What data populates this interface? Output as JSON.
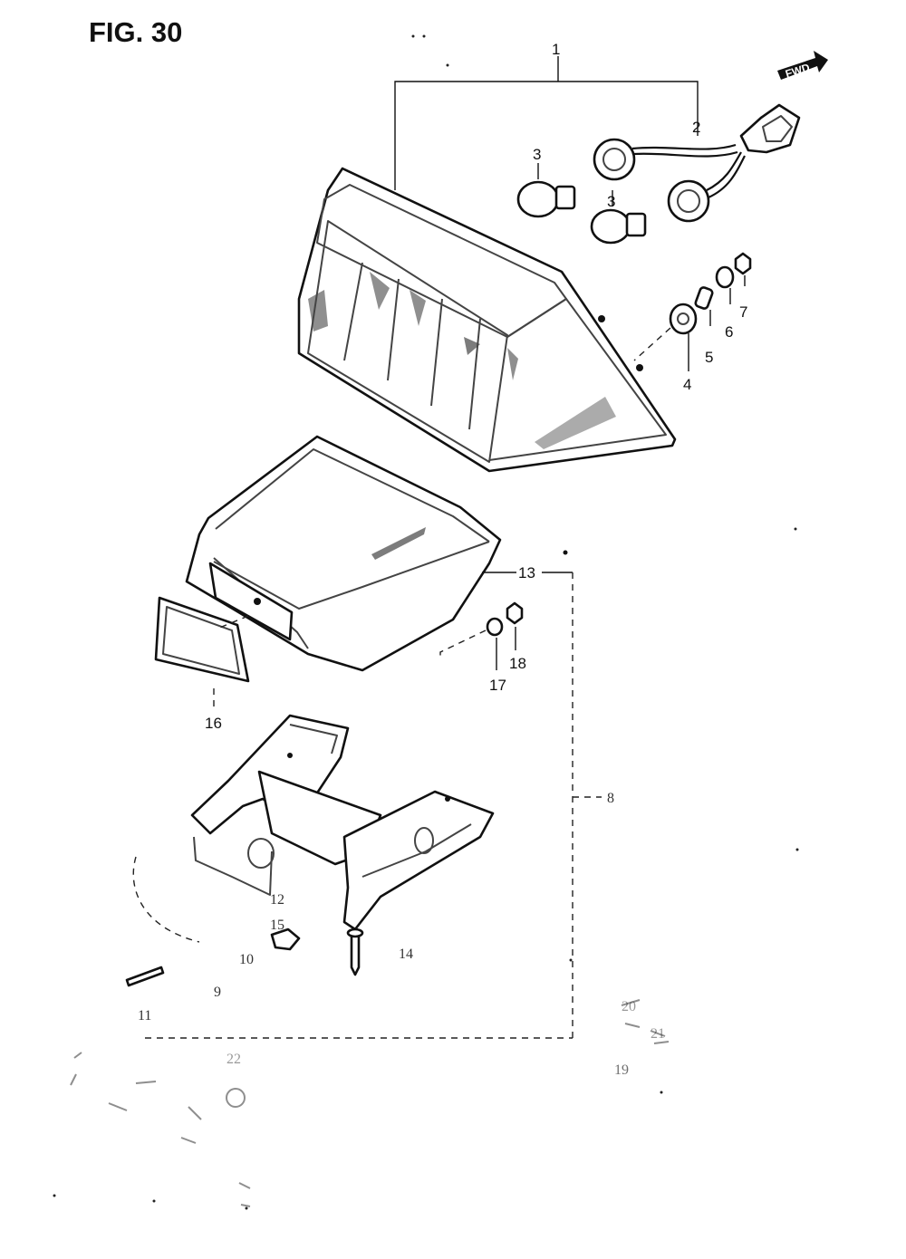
{
  "figure": {
    "title": "FIG. 30"
  },
  "direction_marker": {
    "label": "FWD"
  },
  "callouts": [
    {
      "id": "c1",
      "text": "1"
    },
    {
      "id": "c2",
      "text": "2"
    },
    {
      "id": "c3a",
      "text": "3"
    },
    {
      "id": "c3b",
      "text": "3"
    },
    {
      "id": "c4",
      "text": "4"
    },
    {
      "id": "c5",
      "text": "5"
    },
    {
      "id": "c6",
      "text": "6"
    },
    {
      "id": "c7",
      "text": "7"
    },
    {
      "id": "c8",
      "text": "8"
    },
    {
      "id": "c9",
      "text": "9"
    },
    {
      "id": "c10",
      "text": "10"
    },
    {
      "id": "c11",
      "text": "11"
    },
    {
      "id": "c12",
      "text": "12"
    },
    {
      "id": "c13",
      "text": "13"
    },
    {
      "id": "c14",
      "text": "14"
    },
    {
      "id": "c15",
      "text": "15"
    },
    {
      "id": "c16",
      "text": "16"
    },
    {
      "id": "c17",
      "text": "17"
    },
    {
      "id": "c18",
      "text": "18"
    },
    {
      "id": "c19",
      "text": "19"
    },
    {
      "id": "c20",
      "text": "20"
    },
    {
      "id": "c21",
      "text": "21"
    },
    {
      "id": "c22",
      "text": "22"
    }
  ]
}
